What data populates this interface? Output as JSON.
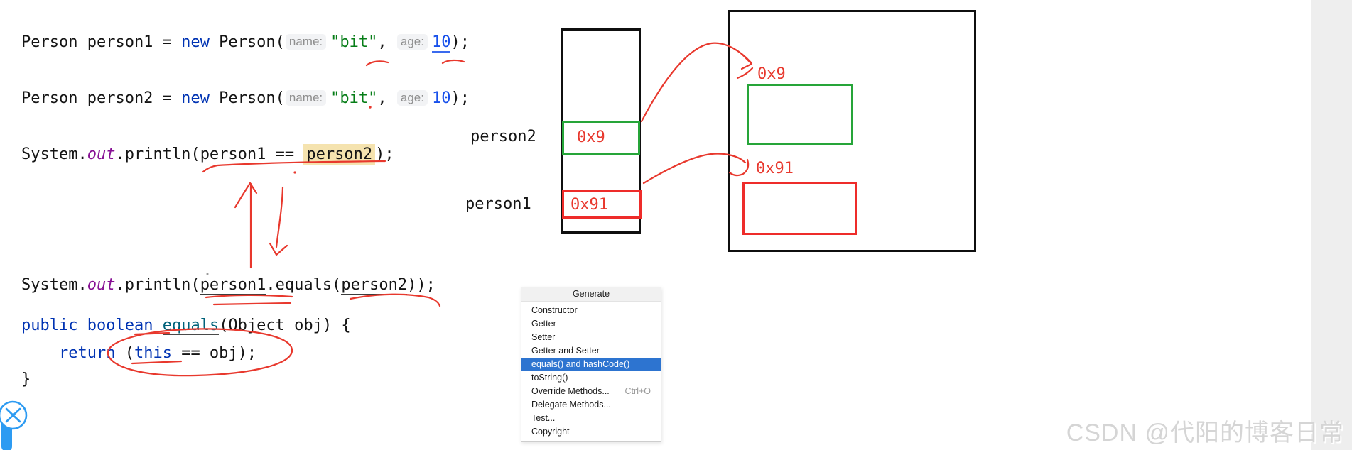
{
  "editor": {
    "lines": [
      {
        "segments": [
          {
            "t": "Person person1 = ",
            "s": "plain"
          },
          {
            "t": "new",
            "s": "kw"
          },
          {
            "t": " Person(",
            "s": "plain"
          },
          {
            "t": "name:",
            "s": "inlay"
          },
          {
            "t": "\"bit\"",
            "s": "str"
          },
          {
            "t": ", ",
            "s": "plain"
          },
          {
            "t": "age:",
            "s": "inlay"
          },
          {
            "t": "10",
            "s": "num u-num"
          },
          {
            "t": ");",
            "s": "plain"
          }
        ]
      },
      {
        "segments": [
          {
            "t": "Person person2 = ",
            "s": "plain"
          },
          {
            "t": "new",
            "s": "kw"
          },
          {
            "t": " Person(",
            "s": "plain"
          },
          {
            "t": "name:",
            "s": "inlay"
          },
          {
            "t": "\"bit\"",
            "s": "str"
          },
          {
            "t": ", ",
            "s": "plain"
          },
          {
            "t": "age:",
            "s": "inlay"
          },
          {
            "t": "10",
            "s": "num"
          },
          {
            "t": ");",
            "s": "plain"
          }
        ]
      },
      {
        "segments": [
          {
            "t": "System.",
            "s": "plain"
          },
          {
            "t": "out",
            "s": "field"
          },
          {
            "t": ".println(",
            "s": "plain"
          },
          {
            "t": "person1 == ",
            "s": "plain"
          },
          {
            "t": "person2",
            "s": "hl"
          },
          {
            "t": ");",
            "s": "plain"
          }
        ]
      },
      {
        "segments": [
          {
            "t": "System.",
            "s": "plain"
          },
          {
            "t": "out",
            "s": "field"
          },
          {
            "t": ".println(",
            "s": "plain"
          },
          {
            "t": "person1",
            "s": "u-id"
          },
          {
            "t": ".equals(",
            "s": "plain"
          },
          {
            "t": "person2",
            "s": "u-id"
          },
          {
            "t": "));",
            "s": "plain"
          }
        ]
      },
      {
        "segments": [
          {
            "t": "public",
            "s": "kw"
          },
          {
            "t": " ",
            "s": "plain"
          },
          {
            "t": "boolean",
            "s": "kw"
          },
          {
            "t": " ",
            "s": "plain"
          },
          {
            "t": "equals",
            "s": "method"
          },
          {
            "t": "(Object obj) {",
            "s": "plain"
          }
        ]
      },
      {
        "segments": [
          {
            "t": "    ",
            "s": "plain"
          },
          {
            "t": "return",
            "s": "kw"
          },
          {
            "t": " (",
            "s": "plain"
          },
          {
            "t": "this",
            "s": "kw"
          },
          {
            "t": " == obj);",
            "s": "plain"
          }
        ]
      },
      {
        "segments": [
          {
            "t": "}",
            "s": "plain"
          }
        ]
      }
    ]
  },
  "diagram": {
    "stack": {
      "person2_label": "person2",
      "person2_value": "0x9",
      "person1_label": "person1",
      "person1_value": "0x91"
    },
    "heap": {
      "green_object_address": "0x9",
      "red_object_address": "0x91"
    }
  },
  "menu": {
    "title": "Generate",
    "items": [
      {
        "label": "Constructor"
      },
      {
        "label": "Getter"
      },
      {
        "label": "Setter"
      },
      {
        "label": "Getter and Setter"
      },
      {
        "label": "equals() and hashCode()",
        "selected": true
      },
      {
        "label": "toString()"
      },
      {
        "label": "Override Methods...",
        "shortcut": "Ctrl+O"
      },
      {
        "label": "Delegate Methods..."
      },
      {
        "label": "Test..."
      },
      {
        "label": "Copyright"
      }
    ]
  },
  "watermark": "CSDN @代阳的博客日常",
  "icons": {
    "close_icon": "circled-x"
  },
  "colors": {
    "annotation_red": "#e8382d",
    "diagram_green": "#26a539",
    "diagram_red": "#ee2c2a",
    "keyword_blue": "#0033b3",
    "string_green": "#067d17",
    "number_blue": "#1750eb",
    "field_purple": "#871094",
    "method_teal": "#00627a",
    "inlay_text_gray": "#8e8e8e",
    "usage_highlight_tan": "#f5e3af",
    "menu_selection_blue": "#2d74d0",
    "toolbar_blue": "#2d9bf2",
    "watermark_gray": "#d5d5d5"
  }
}
